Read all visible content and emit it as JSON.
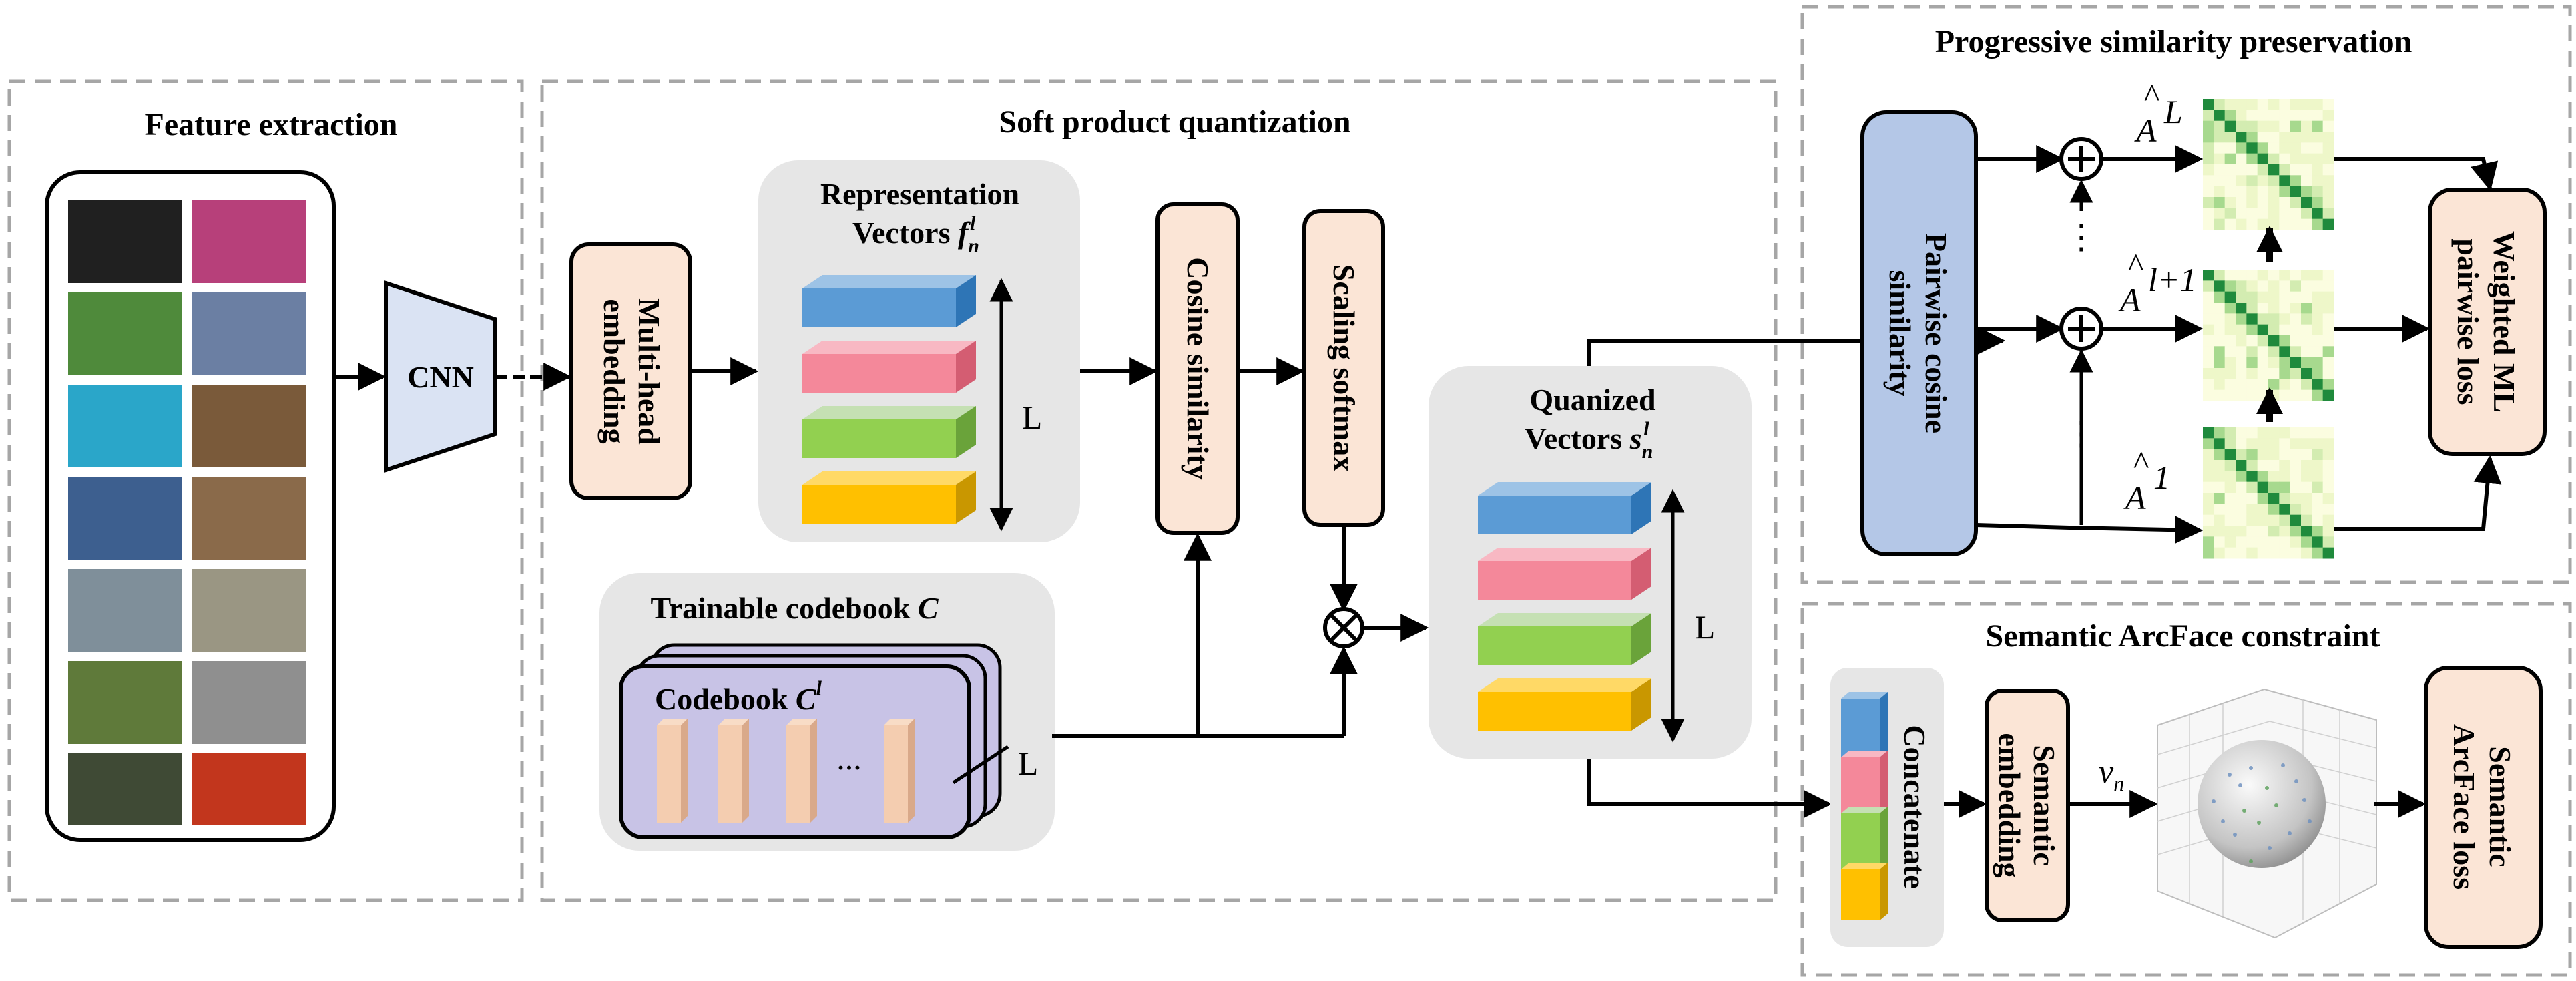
{
  "sections": {
    "feature_extraction": "Feature extraction",
    "soft_product_quantization": "Soft product quantization",
    "progressive_similarity": "Progressive similarity preservation",
    "semantic_arcface": "Semantic ArcFace constraint"
  },
  "blocks": {
    "cnn": "CNN",
    "multihead_line1": "Multi-head",
    "multihead_line2": "embedding",
    "rep_line1": "Representation",
    "rep_line2": "Vectors",
    "rep_var": "f",
    "rep_sub": "n",
    "rep_sup": "l",
    "cosine": "Cosine similarity",
    "scaling": "Scaling softmax",
    "codebook_title": "Trainable codebook",
    "codebook_var": "C",
    "codebook_inner": "Codebook",
    "codebook_inner_sup": "l",
    "ellipsis": "...",
    "quant_line1": "Quanized",
    "quant_line2": "Vectors",
    "quant_var": "s",
    "quant_sub": "n",
    "quant_sup": "l",
    "L": "L",
    "pairwise_line1": "Pairwise cosine",
    "pairwise_line2": "similarity",
    "weighted_line1": "Weighted ML",
    "weighted_line2": "pairwise loss",
    "concatenate": "Concatenate",
    "semantic_emb_line1": "Semantic",
    "semantic_emb_line2": "embedding",
    "v": "v",
    "v_sub": "n",
    "arcface_line1": "Semantic",
    "arcface_line2": "ArcFace loss",
    "a_var": "A",
    "a_sup_top": "L",
    "a_sup_mid": "l+1",
    "a_sup_bot": "1",
    "vdots": "⋮"
  },
  "colors": {
    "block_fill": "#fbe5d6",
    "gray_panel": "#e6e6e6",
    "blue_box": "#b4c7e7",
    "codebook_fill": "#c8c3e6",
    "bar_blue": "#5b9bd5",
    "bar_pink": "#f4889a",
    "bar_green": "#92d050",
    "bar_yellow": "#ffc000",
    "code_bar": "#f4cdb0",
    "cnn_fill": "#dae3f3"
  },
  "icons": [
    "plus-circle-icon",
    "times-circle-icon",
    "arrow-icon",
    "sphere-plot-icon",
    "heatmap-icon"
  ]
}
